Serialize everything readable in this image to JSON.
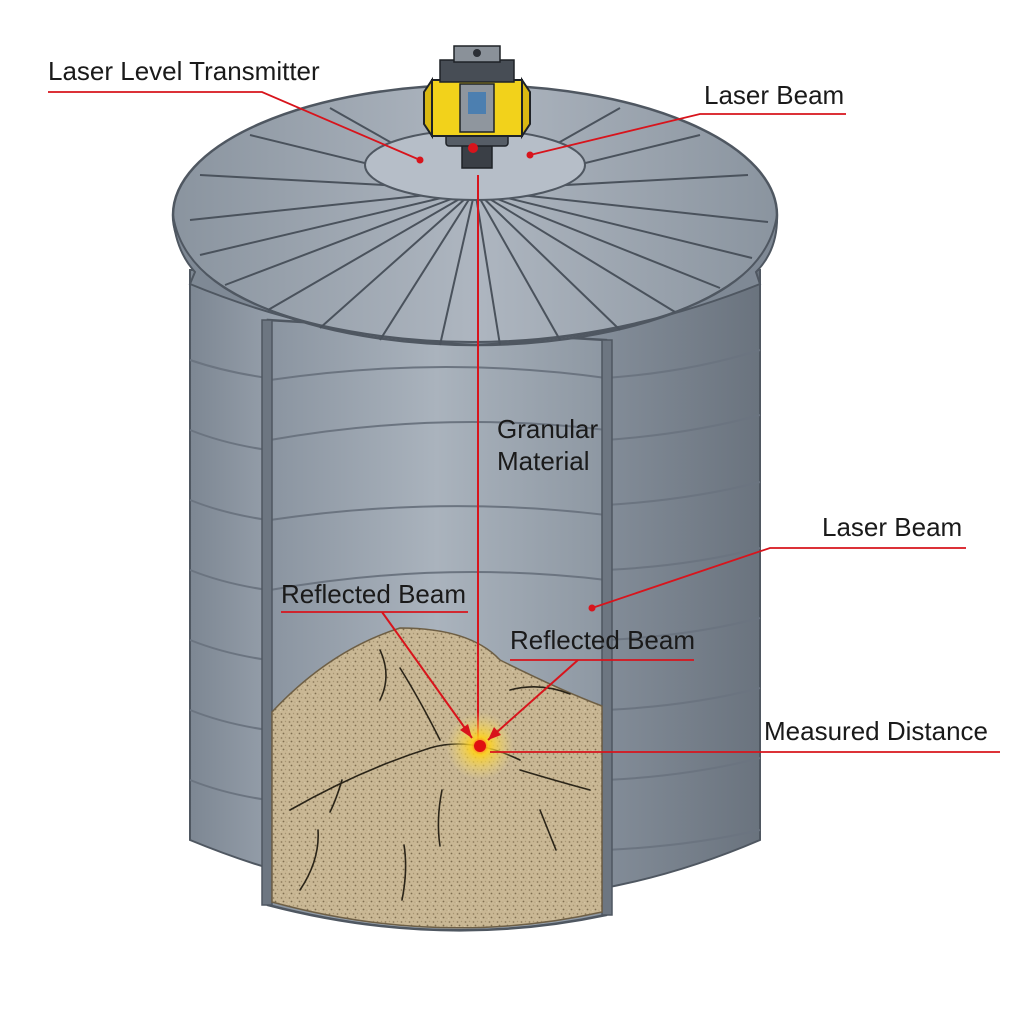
{
  "labels": {
    "transmitter": "Laser Level Transmitter",
    "laser_beam_top": "Laser Beam",
    "granular_line1": "Granular",
    "granular_line2": "Material",
    "laser_beam_right": "Laser Beam",
    "reflected_left": "Reflected Beam",
    "reflected_right": "Reflected Beam",
    "measured_distance": "Measured Distance"
  },
  "colors": {
    "leader_red": "#d8141c",
    "silo_steel": "#8c96a3",
    "silo_dark": "#5d6671",
    "roof": "#9aa3ae",
    "material": "#c7b492",
    "laser_yellow": "#f2d21b"
  },
  "icons": {
    "transmitter": "laser-level-transmitter-icon"
  }
}
